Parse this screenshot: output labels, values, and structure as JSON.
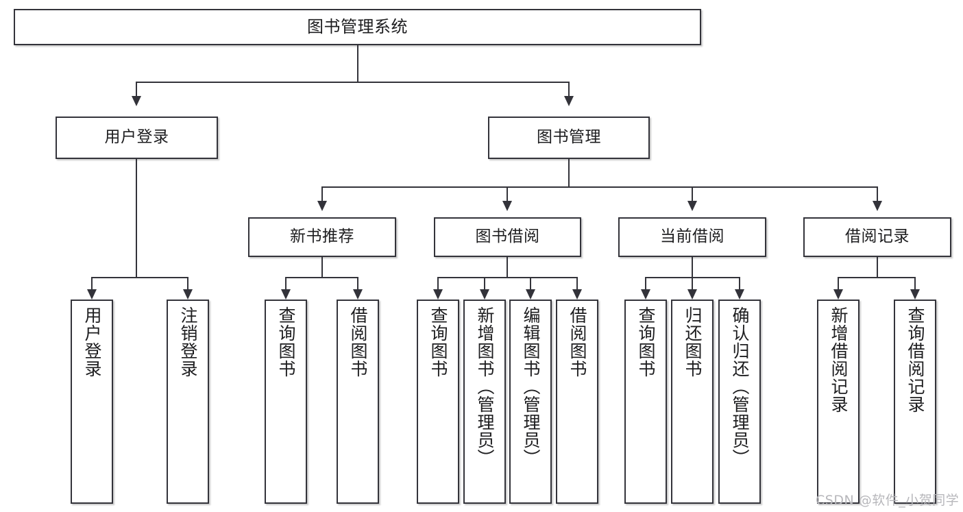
{
  "diagram": {
    "title": "图书管理系统",
    "type": "hierarchy-tree",
    "root": {
      "id": "root",
      "label": "图书管理系统"
    },
    "level2": [
      {
        "id": "user-login",
        "label": "用户登录"
      },
      {
        "id": "book-manage",
        "label": "图书管理"
      }
    ],
    "level3": [
      {
        "id": "new-book-recommend",
        "label": "新书推荐",
        "parent": "book-manage"
      },
      {
        "id": "book-borrow",
        "label": "图书借阅",
        "parent": "book-manage"
      },
      {
        "id": "current-borrow",
        "label": "当前借阅",
        "parent": "book-manage"
      },
      {
        "id": "borrow-record",
        "label": "借阅记录",
        "parent": "book-manage"
      }
    ],
    "leaves": {
      "user-login": [
        {
          "id": "leaf-user-login",
          "label": "用户登录"
        },
        {
          "id": "leaf-user-logout",
          "label": "注销登录"
        }
      ],
      "new-book-recommend": [
        {
          "id": "leaf-query-book-1",
          "label": "查询图书"
        },
        {
          "id": "leaf-borrow-book-1",
          "label": "借阅图书"
        }
      ],
      "book-borrow": [
        {
          "id": "leaf-query-book-2",
          "label": "查询图书"
        },
        {
          "id": "leaf-add-book",
          "label": "新增图书（管理员）"
        },
        {
          "id": "leaf-edit-book",
          "label": "编辑图书（管理员）"
        },
        {
          "id": "leaf-borrow-book-2",
          "label": "借阅图书"
        }
      ],
      "current-borrow": [
        {
          "id": "leaf-query-book-3",
          "label": "查询图书"
        },
        {
          "id": "leaf-return-book",
          "label": "归还图书"
        },
        {
          "id": "leaf-confirm-return",
          "label": "确认归还（管理员）"
        }
      ],
      "borrow-record": [
        {
          "id": "leaf-add-record",
          "label": "新增借阅记录"
        },
        {
          "id": "leaf-query-record",
          "label": "查询借阅记录"
        }
      ]
    },
    "colors": {
      "stroke": "#33333a",
      "fill": "#ffffff",
      "text": "#1d1d1f",
      "watermark": "#b7b7bb"
    }
  },
  "watermark": {
    "text": "CSDN @软件_小贺同学"
  }
}
